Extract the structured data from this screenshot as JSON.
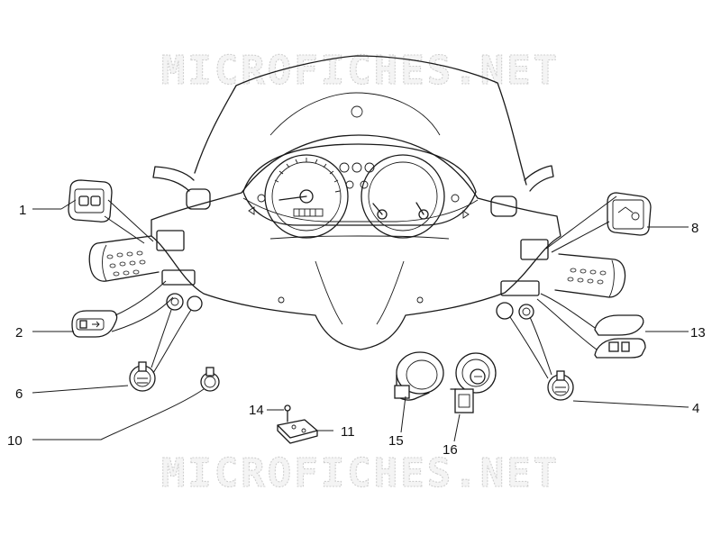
{
  "watermark": {
    "top": "MICROFICHES.NET",
    "bottom": "MICROFICHES.NET"
  },
  "callouts": [
    {
      "id": "c1",
      "label": "1"
    },
    {
      "id": "c2",
      "label": "2"
    },
    {
      "id": "c6",
      "label": "6"
    },
    {
      "id": "c10",
      "label": "10"
    },
    {
      "id": "c14",
      "label": "14"
    },
    {
      "id": "c11",
      "label": "11"
    },
    {
      "id": "c15",
      "label": "15"
    },
    {
      "id": "c16",
      "label": "16"
    },
    {
      "id": "c4",
      "label": "4"
    },
    {
      "id": "c13",
      "label": "13"
    },
    {
      "id": "c8",
      "label": "8"
    }
  ],
  "colors": {
    "line": "#1a1a1a",
    "background": "#ffffff",
    "watermark": "#cfcfcf"
  },
  "icons": [
    "handlebar-assembly",
    "instrument-cluster",
    "switch-unit",
    "ignition-lock",
    "bulb-socket",
    "screw",
    "bracket"
  ]
}
